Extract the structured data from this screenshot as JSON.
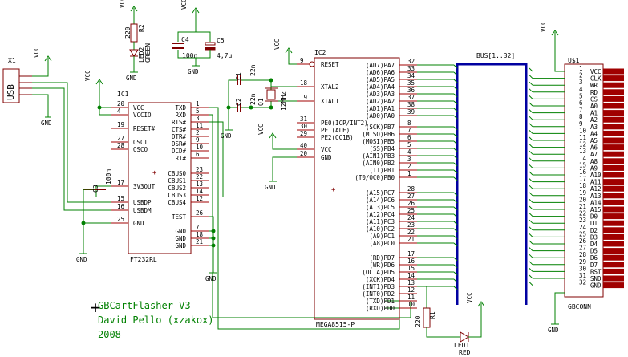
{
  "usb": {
    "ref": "X1",
    "name": "USB"
  },
  "vcc_label": "VCC",
  "gnd_label": "GND",
  "r2": {
    "ref": "R2",
    "value": "220"
  },
  "led2": {
    "ref": "LED2",
    "color": "GREEN"
  },
  "c4": {
    "ref": "C4",
    "value": "100n"
  },
  "c5": {
    "ref": "C5",
    "value": "4,7u"
  },
  "c1": {
    "ref": "C1",
    "value": "22n"
  },
  "c2": {
    "ref": "C2",
    "value": "22n"
  },
  "q1": {
    "ref": "Q1",
    "value": "12MHz"
  },
  "c3": {
    "ref": "C3",
    "value": "100n"
  },
  "r1": {
    "ref": "R1",
    "value": "220"
  },
  "led1": {
    "ref": "LED1",
    "color": "RED"
  },
  "ic1": {
    "ref": "IC1",
    "part": "FT232RL",
    "left_pins": [
      {
        "num": "20",
        "name": "VCC"
      },
      {
        "num": "4",
        "name": "VCCIO"
      },
      {
        "num": "19",
        "name": "RESET#"
      },
      {
        "num": "27",
        "name": "OSCI"
      },
      {
        "num": "28",
        "name": "OSCO"
      },
      {
        "num": "17",
        "name": "3V3OUT"
      },
      {
        "num": "15",
        "name": "USBDP"
      },
      {
        "num": "16",
        "name": "USBDM"
      },
      {
        "num": "25",
        "name": "GND"
      }
    ],
    "right_pins": [
      {
        "num": "1",
        "name": "TXD"
      },
      {
        "num": "5",
        "name": "RXD"
      },
      {
        "num": "3",
        "name": "RTS#"
      },
      {
        "num": "11",
        "name": "CTS#"
      },
      {
        "num": "2",
        "name": "DTR#"
      },
      {
        "num": "9",
        "name": "DSR#"
      },
      {
        "num": "10",
        "name": "DCD#"
      },
      {
        "num": "6",
        "name": "RI#"
      },
      {
        "num": "23",
        "name": "CBUS0"
      },
      {
        "num": "22",
        "name": "CBUS1"
      },
      {
        "num": "13",
        "name": "CBUS2"
      },
      {
        "num": "14",
        "name": "CBUS3"
      },
      {
        "num": "12",
        "name": "CBUS4"
      },
      {
        "num": "26",
        "name": "TEST"
      },
      {
        "num": "7",
        "name": "GND"
      },
      {
        "num": "18",
        "name": "GND"
      },
      {
        "num": "21",
        "name": "GND"
      }
    ]
  },
  "ic2": {
    "ref": "IC2",
    "part": "MEGA8515-P",
    "left_pins": [
      {
        "num": "9",
        "name": "RESET"
      },
      {
        "num": "18",
        "name": "XTAL2"
      },
      {
        "num": "19",
        "name": "XTAL1"
      },
      {
        "num": "31",
        "name": "PE0(ICP/INT2)"
      },
      {
        "num": "30",
        "name": "PE1(ALE)"
      },
      {
        "num": "29",
        "name": "PE2(OC1B)"
      },
      {
        "num": "40",
        "name": "VCC"
      },
      {
        "num": "20",
        "name": "GND"
      }
    ],
    "right_pins": [
      {
        "num": "32",
        "name": "(AD7)PA7"
      },
      {
        "num": "33",
        "name": "(AD6)PA6"
      },
      {
        "num": "34",
        "name": "(AD5)PA5"
      },
      {
        "num": "35",
        "name": "(AD4)PA4"
      },
      {
        "num": "36",
        "name": "(AD3)PA3"
      },
      {
        "num": "37",
        "name": "(AD2)PA2"
      },
      {
        "num": "38",
        "name": "(AD1)PA1"
      },
      {
        "num": "39",
        "name": "(AD0)PA0"
      },
      {
        "num": "8",
        "name": "(SCK)PB7"
      },
      {
        "num": "7",
        "name": "(MISO)PB6"
      },
      {
        "num": "6",
        "name": "(MOSI)PB5"
      },
      {
        "num": "5",
        "name": "(SS)PB4"
      },
      {
        "num": "4",
        "name": "(AIN1)PB3"
      },
      {
        "num": "3",
        "name": "(AIN0)PB2"
      },
      {
        "num": "2",
        "name": "(T1)PB1"
      },
      {
        "num": "1",
        "name": "(T0/OC0)PB0"
      },
      {
        "num": "28",
        "name": "(A15)PC7"
      },
      {
        "num": "27",
        "name": "(A14)PC6"
      },
      {
        "num": "26",
        "name": "(A13)PC5"
      },
      {
        "num": "25",
        "name": "(A12)PC4"
      },
      {
        "num": "24",
        "name": "(A11)PC3"
      },
      {
        "num": "23",
        "name": "(A10)PC2"
      },
      {
        "num": "22",
        "name": "(A9)PC1"
      },
      {
        "num": "21",
        "name": "(A8)PC0"
      },
      {
        "num": "17",
        "name": "(RD)PD7"
      },
      {
        "num": "16",
        "name": "(WR)PD6"
      },
      {
        "num": "15",
        "name": "(OC1A)PD5"
      },
      {
        "num": "14",
        "name": "(XCK)PD4"
      },
      {
        "num": "13",
        "name": "(INT1)PD3"
      },
      {
        "num": "12",
        "name": "(INT0)PD2"
      },
      {
        "num": "11",
        "name": "(TXD)PD1"
      },
      {
        "num": "10",
        "name": "(RXD)PD0"
      }
    ]
  },
  "bus": {
    "label": "BUS[1..32]"
  },
  "u1": {
    "ref": "U$1",
    "part": "GBCONN",
    "pins": [
      {
        "num": "1",
        "name": "VCC"
      },
      {
        "num": "2",
        "name": "CLK"
      },
      {
        "num": "3",
        "name": "WR"
      },
      {
        "num": "4",
        "name": "RD"
      },
      {
        "num": "5",
        "name": "CS"
      },
      {
        "num": "6",
        "name": "A0"
      },
      {
        "num": "7",
        "name": "A1"
      },
      {
        "num": "8",
        "name": "A2"
      },
      {
        "num": "9",
        "name": "A3"
      },
      {
        "num": "10",
        "name": "A4"
      },
      {
        "num": "11",
        "name": "A5"
      },
      {
        "num": "12",
        "name": "A6"
      },
      {
        "num": "13",
        "name": "A7"
      },
      {
        "num": "14",
        "name": "A8"
      },
      {
        "num": "15",
        "name": "A9"
      },
      {
        "num": "16",
        "name": "A10"
      },
      {
        "num": "17",
        "name": "A11"
      },
      {
        "num": "18",
        "name": "A12"
      },
      {
        "num": "19",
        "name": "A13"
      },
      {
        "num": "20",
        "name": "A14"
      },
      {
        "num": "21",
        "name": "A15"
      },
      {
        "num": "22",
        "name": "D0"
      },
      {
        "num": "23",
        "name": "D1"
      },
      {
        "num": "24",
        "name": "D2"
      },
      {
        "num": "25",
        "name": "D3"
      },
      {
        "num": "26",
        "name": "D4"
      },
      {
        "num": "27",
        "name": "D5"
      },
      {
        "num": "28",
        "name": "D6"
      },
      {
        "num": "29",
        "name": "D7"
      },
      {
        "num": "30",
        "name": "RST"
      },
      {
        "num": "31",
        "name": "SND"
      },
      {
        "num": "32",
        "name": "GND"
      }
    ]
  },
  "credits": {
    "line1": "GBCartFlasher V3",
    "line2": "David Pello (xzakox)",
    "line3": "2008"
  },
  "colors": {
    "wire": "#008000",
    "part": "#800000",
    "text": "#000000",
    "bus": "#0000a0",
    "pin": "#a00000"
  }
}
